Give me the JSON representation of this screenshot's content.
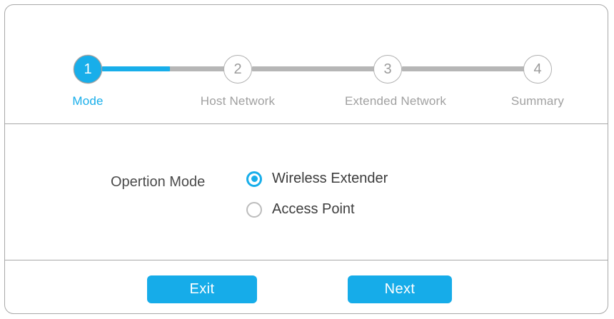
{
  "theme": {
    "accent": "#18aeea",
    "button": "#16ace9",
    "inactive_gray": "#a0a0a0",
    "border_gray": "#a8a8a8",
    "connector_gray": "#b6b6b6",
    "label_text": "#4a4a4a"
  },
  "stepper": {
    "steps": [
      {
        "number": "1",
        "label": "Mode",
        "state": "active"
      },
      {
        "number": "2",
        "label": "Host Network",
        "state": "inactive"
      },
      {
        "number": "3",
        "label": "Extended Network",
        "state": "inactive"
      },
      {
        "number": "4",
        "label": "Summary",
        "state": "inactive"
      }
    ],
    "progress_percent": 50
  },
  "form": {
    "operation_mode": {
      "label": "Opertion Mode",
      "selected": "Wireless Extender",
      "options": [
        {
          "label": "Wireless Extender",
          "checked": true
        },
        {
          "label": "Access Point",
          "checked": false
        }
      ]
    }
  },
  "footer": {
    "exit_label": "Exit",
    "next_label": "Next"
  }
}
